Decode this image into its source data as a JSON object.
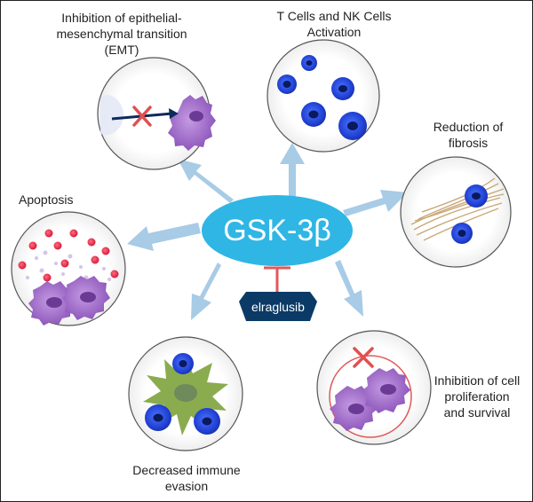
{
  "center": {
    "label": "GSK-3β",
    "color": "#2fb6e4"
  },
  "drug": {
    "label": "elraglusib",
    "color": "#0b3a66"
  },
  "colors": {
    "arrow": "#a8cbe6",
    "inhibit": "#e25858",
    "cell_blue": "#1e3fd6",
    "cell_purple": "#9a63c6",
    "dc_green": "#8aac4e"
  },
  "outcomes": {
    "emt": "Inhibition of epithelial-\nmesenchymal transition\n(EMT)",
    "tnk": "T Cells and NK Cells\nActivation",
    "fibrosis": "Reduction of\nfibrosis",
    "apoptosis": "Apoptosis",
    "proliferation": "Inhibition of cell\nproliferation\nand survival",
    "immune": "Decreased immune\nevasion"
  }
}
